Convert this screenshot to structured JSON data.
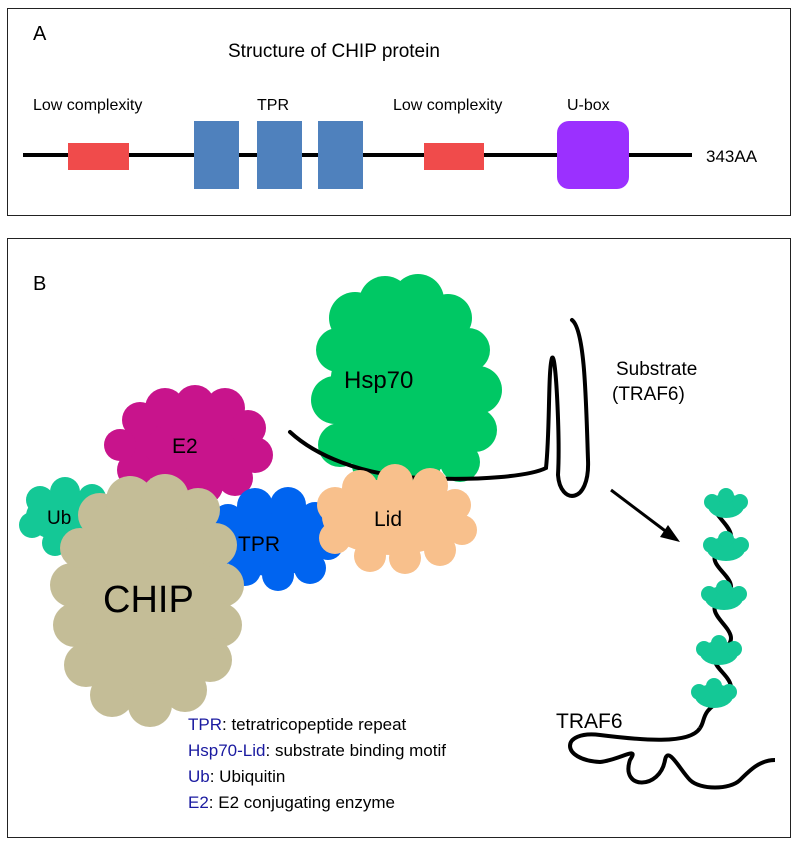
{
  "panel_a": {
    "letter": "A",
    "title": "Structure of CHIP protein",
    "labels": {
      "low_complexity_1": "Low complexity",
      "tpr": "TPR",
      "low_complexity_2": "Low complexity",
      "ubox": "U-box",
      "length": "343AA"
    },
    "colors": {
      "low_complexity": "#f04b4b",
      "tpr": "#4f81bd",
      "ubox": "#9b30ff"
    }
  },
  "panel_b": {
    "letter": "B",
    "blobs": {
      "hsp70": "Hsp70",
      "e2": "E2",
      "ub": "Ub",
      "chip": "CHIP",
      "tpr": "TPR",
      "lid": "Lid"
    },
    "substrate_label_1": "Substrate",
    "substrate_label_2": "(TRAF6)",
    "traf6_label": "TRAF6",
    "legend": [
      {
        "term": "TPR",
        "desc": ": tetratricopeptide repeat"
      },
      {
        "term": "Hsp70-Lid",
        "desc": ": substrate binding motif"
      },
      {
        "term": "Ub",
        "desc": ": Ubiquitin"
      },
      {
        "term": "E2",
        "desc": ": E2 conjugating enzyme"
      }
    ],
    "colors": {
      "hsp70": "#00c864",
      "e2": "#c8148c",
      "ub": "#14c896",
      "chip": "#c4bd97",
      "tpr": "#0064f0",
      "lid": "#f8c08c",
      "legend_term": "#1a1aa0"
    }
  }
}
